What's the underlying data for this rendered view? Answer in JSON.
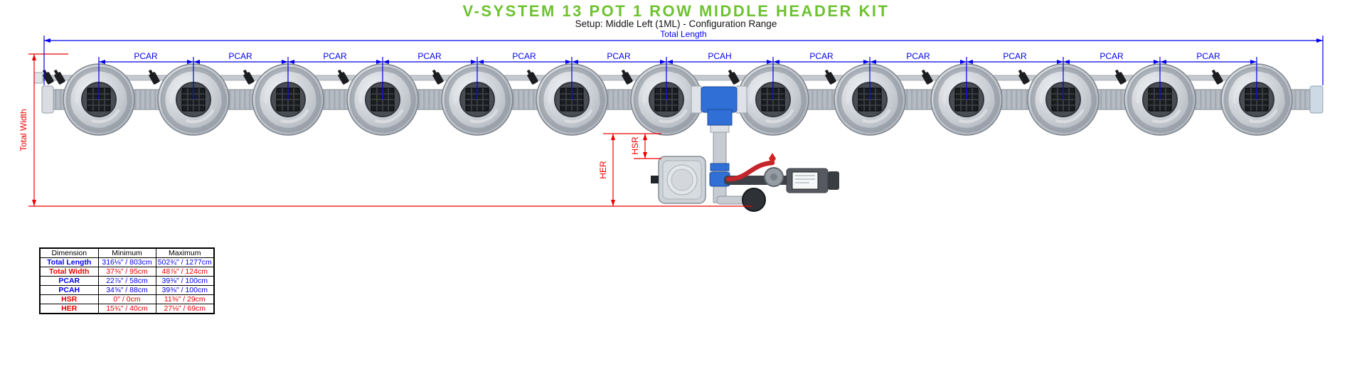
{
  "header": {
    "title": "V-SYSTEM 13 POT 1 ROW MIDDLE HEADER KIT",
    "subtitle": "Setup: Middle Left (1ML) - Configuration Range"
  },
  "colors": {
    "title_green": "#6EC230",
    "dimension_blue": "#0000EE",
    "dimension_red": "#EE0000"
  },
  "diagram": {
    "pot_count": 13,
    "total_length_label": "Total Length",
    "total_width_label": "Total Width",
    "her_label": "HER",
    "hsr_label": "HSR",
    "segments": [
      {
        "label": "PCAR"
      },
      {
        "label": "PCAR"
      },
      {
        "label": "PCAR"
      },
      {
        "label": "PCAR"
      },
      {
        "label": "PCAR"
      },
      {
        "label": "PCAR"
      },
      {
        "label": "PCAH"
      },
      {
        "label": "PCAR"
      },
      {
        "label": "PCAR"
      },
      {
        "label": "PCAR"
      },
      {
        "label": "PCAR"
      },
      {
        "label": "PCAR"
      }
    ]
  },
  "table": {
    "headers": [
      "Dimension",
      "Minimum",
      "Maximum"
    ],
    "rows": [
      {
        "name": "Total Length",
        "min": "316⅛\" / 803cm",
        "max": "502¾\" / 1277cm",
        "color": "blue"
      },
      {
        "name": "Total Width",
        "min": "37⅜\" / 95cm",
        "max": "48⅞\" / 124cm",
        "color": "red"
      },
      {
        "name": "PCAR",
        "min": "22⅞\" / 58cm",
        "max": "39⅜\" / 100cm",
        "color": "blue"
      },
      {
        "name": "PCAH",
        "min": "34⅝\" / 88cm",
        "max": "39⅜\" / 100cm",
        "color": "blue"
      },
      {
        "name": "HSR",
        "min": "0\" / 0cm",
        "max": "11⅜\" / 29cm",
        "color": "red"
      },
      {
        "name": "HER",
        "min": "15¾\" / 40cm",
        "max": "27⅛\" / 69cm",
        "color": "red"
      }
    ]
  }
}
